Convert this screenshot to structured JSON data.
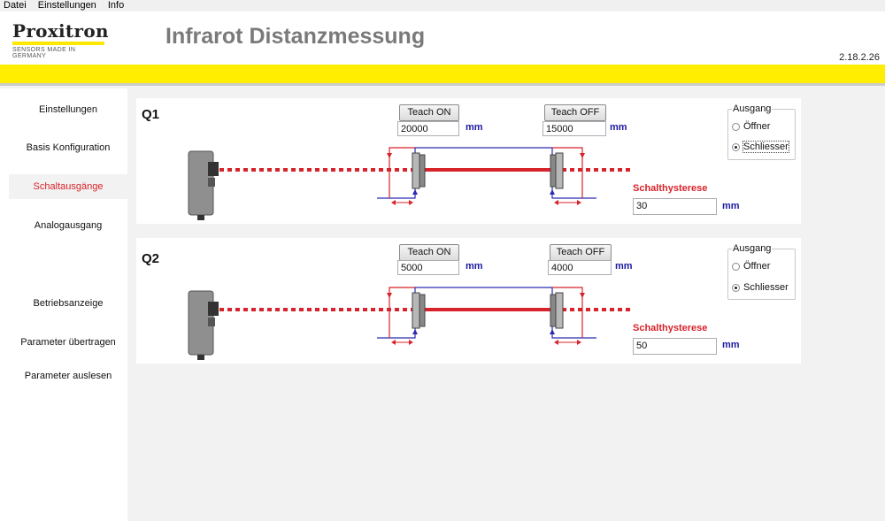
{
  "menu": {
    "items": [
      "Datei",
      "Einstellungen",
      "Info"
    ]
  },
  "header": {
    "logo_brand": "Proxitron",
    "logo_sub": "SENSORS MADE IN GERMANY",
    "title": "Infrarot Distanzmessung",
    "version": "2.18.2.26"
  },
  "colors": {
    "accent_yellow": "#ffee00",
    "active_red": "#d8232a",
    "unit_blue": "#1a1aa0"
  },
  "sidebar": {
    "items": [
      {
        "label": "Einstellungen",
        "active": false
      },
      {
        "label": "Basis Konfiguration",
        "active": false
      },
      {
        "label": "Schaltausgänge",
        "active": true
      },
      {
        "label": "Analogausgang",
        "active": false
      },
      {
        "label": "Betriebsanzeige",
        "active": false
      },
      {
        "label": "Parameter übertragen",
        "active": false
      },
      {
        "label": "Parameter auslesen",
        "active": false
      }
    ]
  },
  "outputs": [
    {
      "label": "Q1",
      "teach_on_label": "Teach ON",
      "teach_on_value": "20000",
      "teach_off_label": "Teach OFF",
      "teach_off_value": "15000",
      "unit": "mm",
      "hysteresis_label": "Schalthysterese",
      "hysteresis_value": "30",
      "group_title": "Ausgang",
      "option_opener": "Öffner",
      "option_closer": "Schliesser",
      "selected": "Schliesser"
    },
    {
      "label": "Q2",
      "teach_on_label": "Teach ON",
      "teach_on_value": "5000",
      "teach_off_label": "Teach OFF",
      "teach_off_value": "4000",
      "unit": "mm",
      "hysteresis_label": "Schalthysterese",
      "hysteresis_value": "50",
      "group_title": "Ausgang",
      "option_opener": "Öffner",
      "option_closer": "Schliesser",
      "selected": "Schliesser"
    }
  ]
}
